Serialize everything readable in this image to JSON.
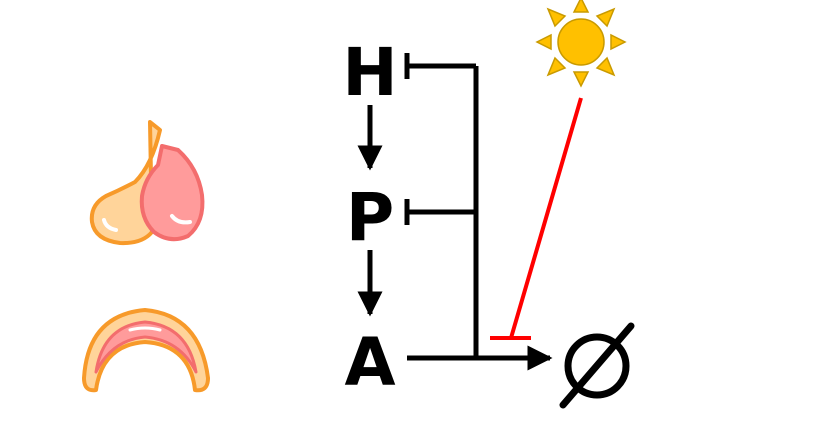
{
  "nodes": {
    "h": "H",
    "p": "P",
    "a": "A"
  },
  "sink": "∅",
  "colors": {
    "ink": "#000000",
    "light_inhibition": "#ff0000",
    "sun_fill": "#ffc000",
    "sun_stroke": "#c99a00",
    "gland_outline": "#f79a2a",
    "gland_tan": "#ffd49a",
    "gland_pink": "#ff9b9b"
  },
  "icons": {
    "pituitary": "pituitary-gland-icon",
    "adrenal": "adrenal-gland-icon",
    "sun": "sun-icon"
  }
}
